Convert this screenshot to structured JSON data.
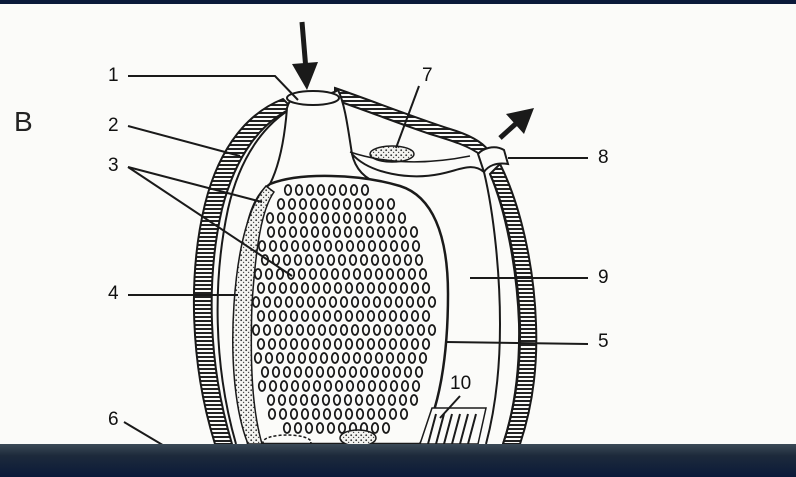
{
  "panel_letter": "B",
  "labels": {
    "l1": "1",
    "l2": "2",
    "l3": "3",
    "l4": "4",
    "l5": "5",
    "l6": "6",
    "l7": "7",
    "l8": "8",
    "l9": "9",
    "l10": "10"
  },
  "colors": {
    "frame": "#0b1a3a",
    "paper": "#fbfbf9",
    "ink": "#1a1a1a"
  },
  "icons": {
    "inflow_arrow": "arrow-down-icon",
    "outflow_arrow": "arrow-up-right-icon"
  }
}
